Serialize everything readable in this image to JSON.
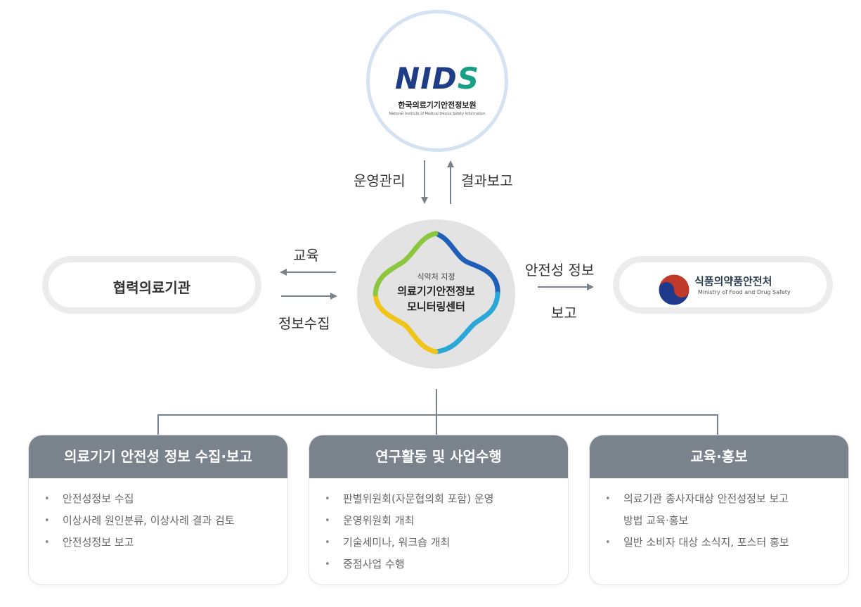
{
  "top": {
    "logo_text_main": "NID",
    "logo_text_accent": "S",
    "org_name": "한국의료기기안전정보원",
    "org_name_en": "National Institute of Medical Device Safety Information"
  },
  "arrows": {
    "down_label": "운영관리",
    "up_label": "결과보고",
    "left_out_label": "교육",
    "left_in_label": "정보수집",
    "right_label_1": "안전성 정보",
    "right_label_2": "보고"
  },
  "center": {
    "subtitle": "식약처 지정",
    "title_line1": "의료기기안전정보",
    "title_line2": "모니터링센터"
  },
  "left_node": {
    "label": "협력의료기관"
  },
  "right_node": {
    "name": "식품의약품안전처",
    "name_en": "Ministry of Food and Drug Safety"
  },
  "cards": [
    {
      "title": "의료기기 안전성 정보 수집·보고",
      "items": [
        "안전성정보 수집",
        "이상사례 원인분류, 이상사례 결과 검토",
        "안전성정보 보고"
      ]
    },
    {
      "title": "연구활동 및 사업수행",
      "items": [
        "판별위원회(자문협의회 포함) 운영",
        "운영위원회 개최",
        "기술세미나, 워크숍 개최",
        "중점사업 수행"
      ]
    },
    {
      "title": "교육·홍보",
      "items": [
        "의료기관 종사자대상 안전성정보 보고",
        "방법 교육·홍보",
        "일반 소비자 대상 소식지, 포스터 홍보"
      ]
    }
  ],
  "colors": {
    "arrow": "#7a828c",
    "card_header": "#7a828c",
    "nids_ring": "#d5e2f1",
    "center_bg": "#e3e3e3",
    "pill_border": "#ececec"
  }
}
